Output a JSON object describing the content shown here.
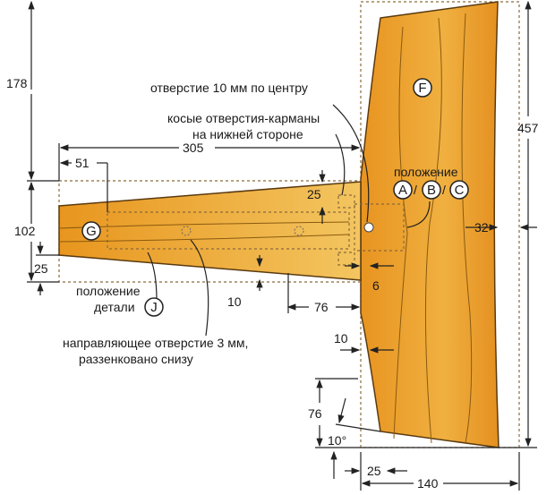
{
  "colors": {
    "wood_dark": "#e8981e",
    "wood_light": "#f7d98a",
    "blank": "#fbeccb"
  },
  "dimensions": {
    "d178": "178",
    "d457": "457",
    "d305": "305",
    "d51": "51",
    "d102": "102",
    "d25_left": "25",
    "d25_top": "25",
    "d32": "32",
    "d10_mid": "10",
    "d76_mid": "76",
    "d6": "6",
    "d10_low": "10",
    "d76_low": "76",
    "angle": "10°",
    "d25_bottom": "25",
    "d140": "140"
  },
  "labels": {
    "center_hole": "отверстие 10 мм по центру",
    "pocket_holes_1": "косые отверстия-карманы",
    "pocket_holes_2": "на нижней стороне",
    "position_abc": "положение",
    "position_j_1": "положение",
    "position_j_2": "детали",
    "pilot_hole_1": "направляющее отверстие 3 мм,",
    "pilot_hole_2": "раззенковано снизу"
  },
  "parts": {
    "F": "F",
    "G": "G",
    "A": "A",
    "B": "B",
    "C": "C",
    "J": "J",
    "sep1": "/",
    "sep2": "/"
  }
}
